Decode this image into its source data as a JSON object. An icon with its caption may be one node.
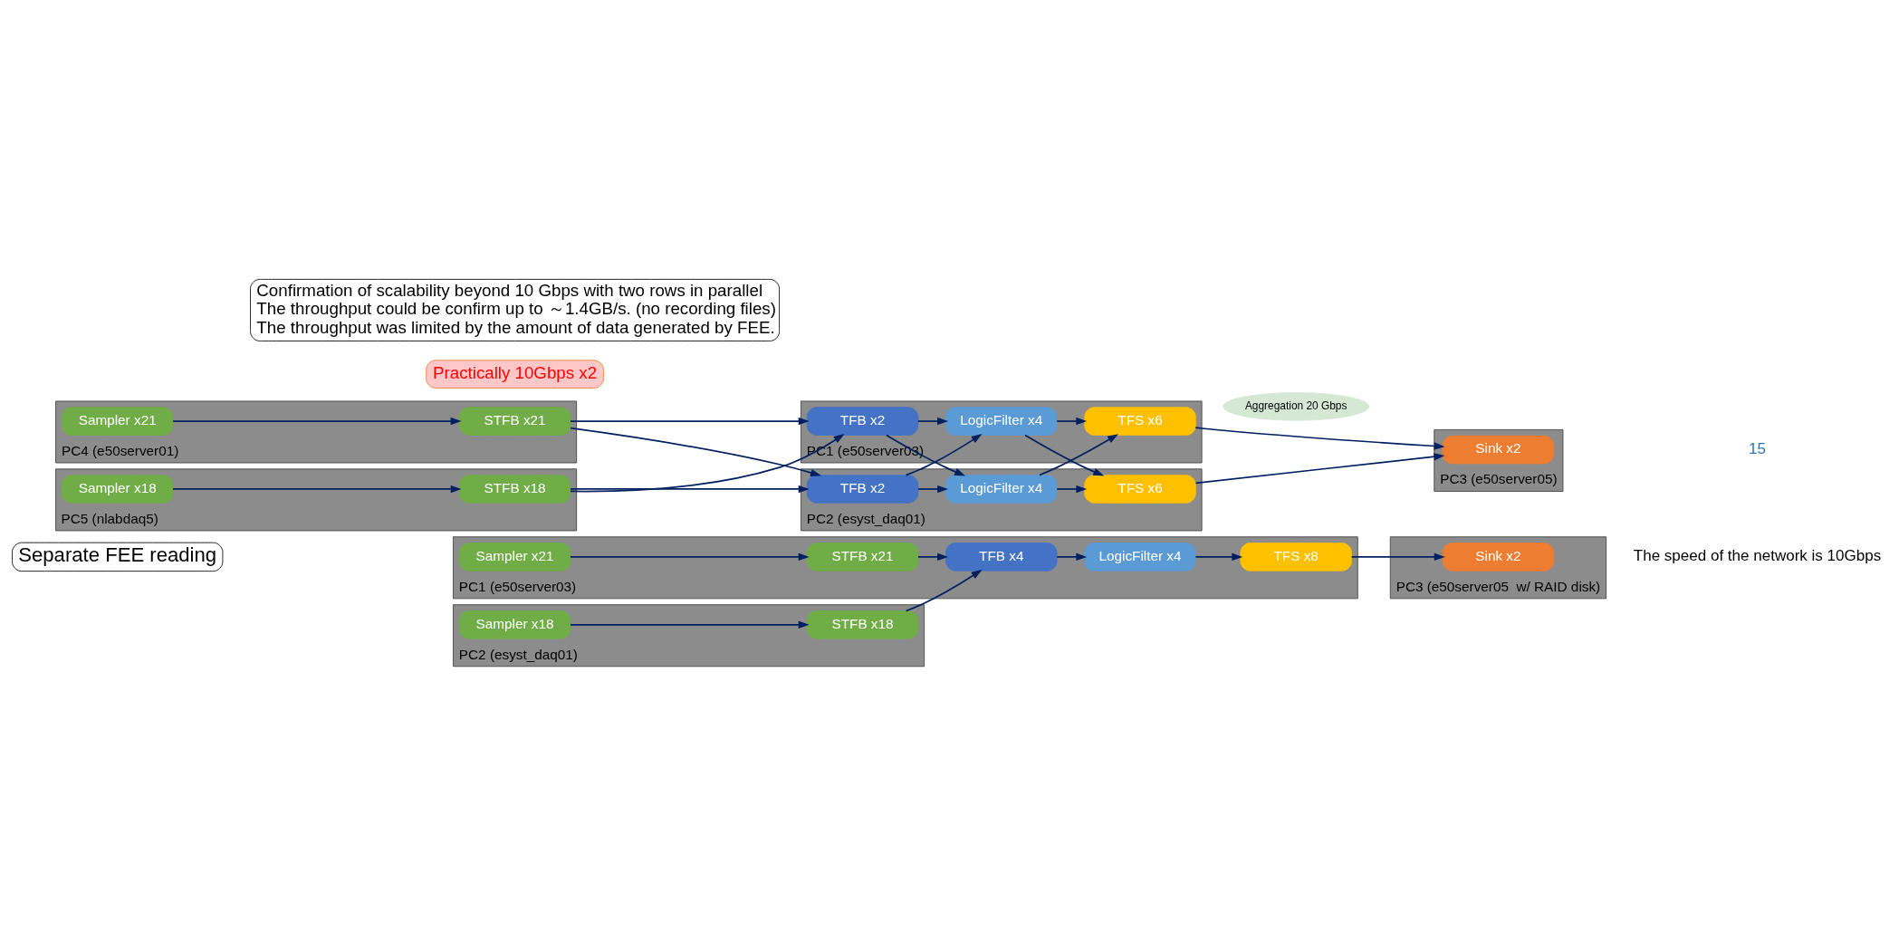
{
  "diagram": {
    "nodes": [
      {
        "text": [
          "Separate FEE reading"
        ]
      },
      {
        "text": [
          "PC1 (e50server03)"
        ]
      },
      {
        "text": [
          "Sampler x21"
        ],
        "in": 1
      },
      {
        "text": [
          "STFB x21"
        ],
        "in": 1
      },
      {
        "text": [
          "TFB x4"
        ],
        "in": 1
      },
      {
        "text": [
          "LogicFilter x4"
        ],
        "in": 1
      },
      {
        "text": [
          "TFS x8"
        ],
        "in": 1
      },
      {
        "text": [
          "PC3 (e50server05  w/ RAID disk)"
        ]
      },
      {
        "text": [
          "Sink x2"
        ],
        "in": 7
      },
      {
        "text": [
          "PC2 (esyst_daq01)"
        ]
      },
      {
        "text": [
          "Sampler x18"
        ],
        "in": 9
      },
      {
        "text": [
          "STFB x18"
        ],
        "in": 9
      },
      {
        "text": [
          "Confirmation of scalability beyond 10 Gbps with two rows in parallel",
          "The throughput could be confirm up to ～1.4GB/s. (no recording files)",
          "The throughput was limited by the amount of data generated by FEE."
        ]
      },
      {
        "text": [
          "PC4 (e50server01)"
        ]
      },
      {
        "text": [
          "Sampler x21"
        ],
        "in": 13
      },
      {
        "text": [
          "STFB x21"
        ],
        "in": 13
      },
      {
        "text": [
          "PC5 (nlabdaq5)"
        ]
      },
      {
        "text": [
          "Sampler x18"
        ],
        "in": 16
      },
      {
        "text": [
          "STFB x18"
        ],
        "in": 16
      },
      {
        "text": [
          "PC1 (e50server03)"
        ]
      },
      {
        "text": [
          "TFB x2"
        ],
        "in": 19
      },
      {
        "text": [
          "LogicFilter x4"
        ],
        "in": 19
      },
      {
        "text": [
          "TFS x6"
        ],
        "in": 19
      },
      {
        "text": [
          "PC2 (esyst_daq01)"
        ]
      },
      {
        "text": [
          "TFB x2"
        ],
        "in": 23
      },
      {
        "text": [
          "LogicFilter x4"
        ],
        "in": 23
      },
      {
        "text": [
          "TFS x6"
        ],
        "in": 23
      },
      {
        "text": [
          "Aggregation 20 Gbps"
        ]
      },
      {
        "text": [
          "PC3 (e50server05)"
        ]
      },
      {
        "text": [
          "Sink x2"
        ],
        "in": 28
      },
      {
        "text": [
          "Practically 10Gbps x2"
        ]
      }
    ],
    "edges": [
      {
        "from": 2,
        "to": 3,
        "arrow": "to"
      },
      {
        "from": 3,
        "to": 4,
        "arrow": "to"
      },
      {
        "from": 11,
        "to": 4,
        "arrow": "to"
      },
      {
        "from": 4,
        "to": 5,
        "arrow": "to"
      },
      {
        "from": 5,
        "to": 6,
        "arrow": "to"
      },
      {
        "from": 6,
        "to": 8,
        "arrow": "to"
      },
      {
        "from": 10,
        "to": 11,
        "arrow": "to"
      },
      {
        "from": 14,
        "to": 15,
        "arrow": "to"
      },
      {
        "from": 17,
        "to": 18,
        "arrow": "to"
      },
      {
        "from": 15,
        "to": 20,
        "arrow": "to"
      },
      {
        "from": 15,
        "to": 24,
        "arrow": "to"
      },
      {
        "from": 18,
        "to": 20,
        "arrow": "to"
      },
      {
        "from": 18,
        "to": 24,
        "arrow": "to"
      },
      {
        "from": 20,
        "to": 21,
        "arrow": "to"
      },
      {
        "from": 20,
        "to": 25,
        "arrow": "to"
      },
      {
        "from": 24,
        "to": 21,
        "arrow": "to"
      },
      {
        "from": 24,
        "to": 25,
        "arrow": "to"
      },
      {
        "from": 21,
        "to": 22,
        "arrow": "to"
      },
      {
        "from": 21,
        "to": 26,
        "arrow": "to"
      },
      {
        "from": 25,
        "to": 22,
        "arrow": "to"
      },
      {
        "from": 25,
        "to": 26,
        "arrow": "to"
      },
      {
        "from": 22,
        "to": 29,
        "arrow": "to"
      },
      {
        "from": 26,
        "to": 29,
        "arrow": "to"
      }
    ],
    "labels": [
      "The speed of the network is 10Gbps",
      "15"
    ]
  }
}
